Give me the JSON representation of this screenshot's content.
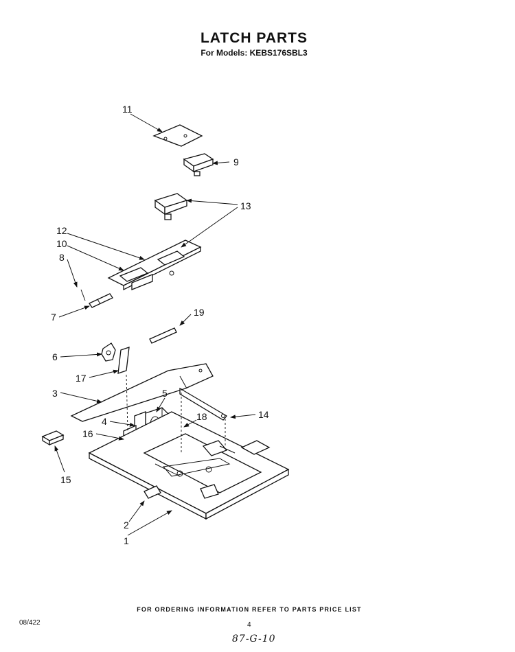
{
  "header": {
    "title": "LATCH PARTS",
    "subtitle": "For Models: KEBS176SBL3"
  },
  "callouts": {
    "c1": "1",
    "c2": "2",
    "c3": "3",
    "c4": "4",
    "c5": "5",
    "c6": "6",
    "c7": "7",
    "c8": "8",
    "c9": "9",
    "c10": "10",
    "c11": "11",
    "c12": "12",
    "c13": "13",
    "c14": "14",
    "c15": "15",
    "c16": "16",
    "c17": "17",
    "c18": "18",
    "c19": "19"
  },
  "footer": {
    "note": "FOR ORDERING INFORMATION REFER TO PARTS PRICE LIST",
    "doc_code": "08/422",
    "page_number": "4",
    "handwritten": "87-G-10"
  }
}
